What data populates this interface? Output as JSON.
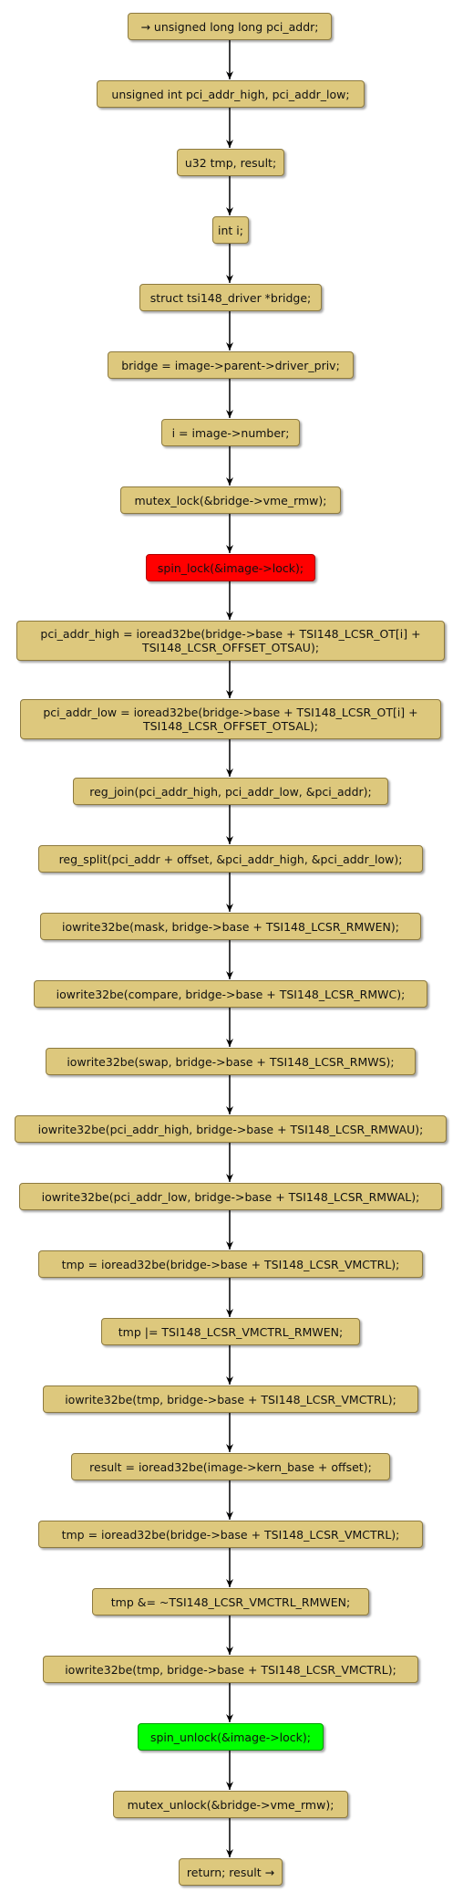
{
  "flowchart": {
    "colors": {
      "default_fill": "#ddc87d",
      "lock_fill": "#ff0000",
      "unlock_fill": "#00ff00",
      "edge": "#000000"
    },
    "steps": [
      {
        "id": "s0",
        "text": "→ unsigned long long pci_addr;"
      },
      {
        "id": "s1",
        "text": "unsigned int pci_addr_high, pci_addr_low;"
      },
      {
        "id": "s2",
        "text": "u32 tmp, result;"
      },
      {
        "id": "s3",
        "text": "int i;"
      },
      {
        "id": "s4",
        "text": "struct tsi148_driver *bridge;"
      },
      {
        "id": "s5",
        "text": "bridge = image->parent->driver_priv;"
      },
      {
        "id": "s6",
        "text": "i = image->number;"
      },
      {
        "id": "s7",
        "text": "mutex_lock(&bridge->vme_rmw);"
      },
      {
        "id": "s8",
        "text": "spin_lock(&image->lock);",
        "style": "lock"
      },
      {
        "id": "s9",
        "text": "pci_addr_high = ioread32be(bridge->base + TSI148_LCSR_OT[i] +\nTSI148_LCSR_OFFSET_OTSAU);"
      },
      {
        "id": "s10",
        "text": "pci_addr_low = ioread32be(bridge->base + TSI148_LCSR_OT[i] +\nTSI148_LCSR_OFFSET_OTSAL);"
      },
      {
        "id": "s11",
        "text": "reg_join(pci_addr_high, pci_addr_low, &pci_addr);"
      },
      {
        "id": "s12",
        "text": "reg_split(pci_addr + offset, &pci_addr_high, &pci_addr_low);"
      },
      {
        "id": "s13",
        "text": "iowrite32be(mask, bridge->base + TSI148_LCSR_RMWEN);"
      },
      {
        "id": "s14",
        "text": "iowrite32be(compare, bridge->base + TSI148_LCSR_RMWC);"
      },
      {
        "id": "s15",
        "text": "iowrite32be(swap, bridge->base + TSI148_LCSR_RMWS);"
      },
      {
        "id": "s16",
        "text": "iowrite32be(pci_addr_high, bridge->base + TSI148_LCSR_RMWAU);"
      },
      {
        "id": "s17",
        "text": "iowrite32be(pci_addr_low, bridge->base + TSI148_LCSR_RMWAL);"
      },
      {
        "id": "s18",
        "text": "tmp = ioread32be(bridge->base + TSI148_LCSR_VMCTRL);"
      },
      {
        "id": "s19",
        "text": "tmp |= TSI148_LCSR_VMCTRL_RMWEN;"
      },
      {
        "id": "s20",
        "text": "iowrite32be(tmp, bridge->base + TSI148_LCSR_VMCTRL);"
      },
      {
        "id": "s21",
        "text": "result = ioread32be(image->kern_base + offset);"
      },
      {
        "id": "s22",
        "text": "tmp = ioread32be(bridge->base + TSI148_LCSR_VMCTRL);"
      },
      {
        "id": "s23",
        "text": "tmp &= ~TSI148_LCSR_VMCTRL_RMWEN;"
      },
      {
        "id": "s24",
        "text": "iowrite32be(tmp, bridge->base + TSI148_LCSR_VMCTRL);"
      },
      {
        "id": "s25",
        "text": "spin_unlock(&image->lock);",
        "style": "unlock"
      },
      {
        "id": "s26",
        "text": "mutex_unlock(&bridge->vme_rmw);"
      },
      {
        "id": "s27",
        "text": "return; result →"
      }
    ]
  }
}
